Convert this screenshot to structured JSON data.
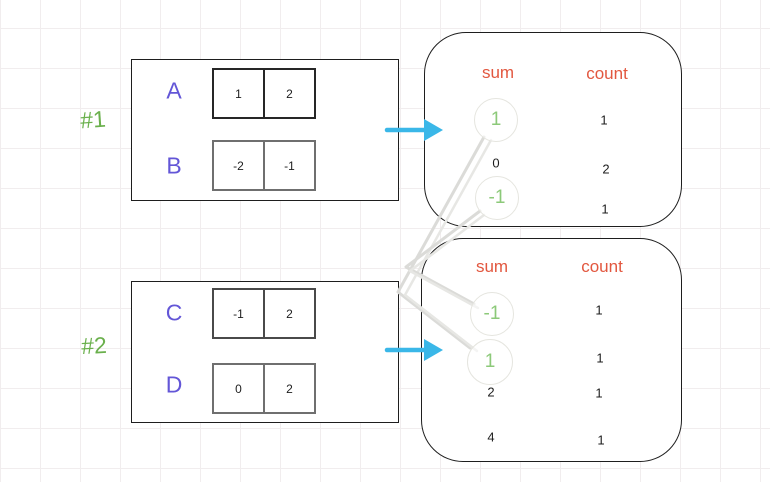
{
  "examples": [
    {
      "label": "#1",
      "arrays": [
        {
          "name": "A",
          "values": [
            "1",
            "2"
          ]
        },
        {
          "name": "B",
          "values": [
            "-2",
            "-1"
          ]
        }
      ],
      "result": {
        "headers": {
          "sum": "sum",
          "count": "count"
        },
        "rows": [
          {
            "sum": "1",
            "count": "1",
            "circled": true
          },
          {
            "sum": "0",
            "count": "2",
            "circled": false
          },
          {
            "sum": "-1",
            "count": "1",
            "circled": true
          }
        ]
      }
    },
    {
      "label": "#2",
      "arrays": [
        {
          "name": "C",
          "values": [
            "-1",
            "2"
          ]
        },
        {
          "name": "D",
          "values": [
            "0",
            "2"
          ]
        }
      ],
      "result": {
        "headers": {
          "sum": "sum",
          "count": "count"
        },
        "rows": [
          {
            "sum": "-1",
            "count": "1",
            "circled": true
          },
          {
            "sum": "1",
            "count": "1",
            "circled": true
          },
          {
            "sum": "2",
            "count": "1",
            "circled": false
          },
          {
            "sum": "4",
            "count": "1",
            "circled": false
          }
        ]
      }
    }
  ],
  "colors": {
    "letter_purple": "#6356d7",
    "label_green": "#6ab04c",
    "circled_green": "#8cc979",
    "header_orange": "#e2573f",
    "arrow_cyan": "#3ab7e8",
    "connector_gray": "#dbdbd8"
  }
}
